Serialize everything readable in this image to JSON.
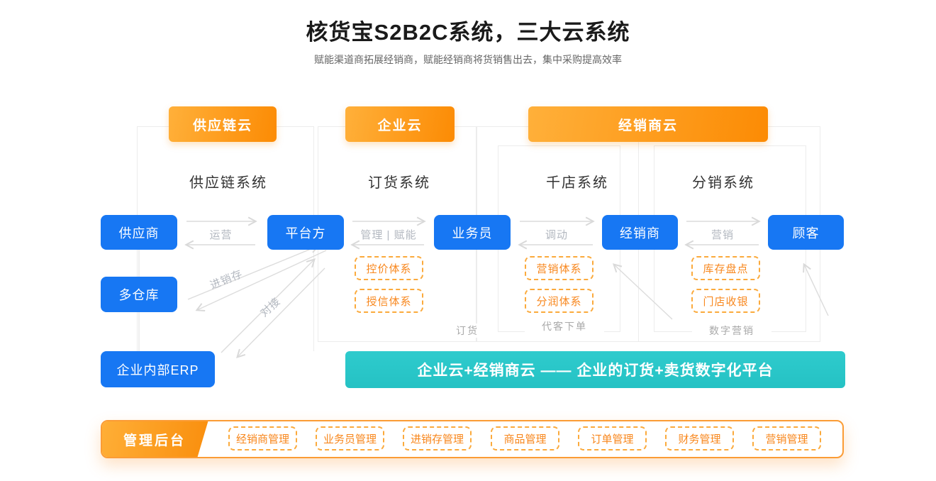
{
  "page": {
    "title": "核货宝S2B2C系统，三大云系统",
    "subtitle": "赋能渠道商拓展经销商，赋能经销商将货销售出去，集中采购提高效率"
  },
  "clouds": [
    {
      "label": "供应链云"
    },
    {
      "label": "企业云"
    },
    {
      "label": "经销商云"
    }
  ],
  "systems": [
    {
      "label": "供应链系统"
    },
    {
      "label": "订货系统"
    },
    {
      "label": "千店系统"
    },
    {
      "label": "分销系统"
    }
  ],
  "actors": [
    {
      "label": "供应商"
    },
    {
      "label": "平台方"
    },
    {
      "label": "业务员"
    },
    {
      "label": "经销商"
    },
    {
      "label": "顾客"
    },
    {
      "label": "多仓库"
    },
    {
      "label": "企业内部ERP"
    }
  ],
  "flows": [
    {
      "label": "运营"
    },
    {
      "label": "管理 | 赋能"
    },
    {
      "label": "调动"
    },
    {
      "label": "营销"
    },
    {
      "label": "进销存"
    },
    {
      "label": "对接"
    }
  ],
  "capabilities": [
    {
      "label": "控价体系"
    },
    {
      "label": "授信体系"
    },
    {
      "label": "营销体系"
    },
    {
      "label": "分润体系"
    },
    {
      "label": "库存盘点"
    },
    {
      "label": "门店收银"
    }
  ],
  "zones": [
    {
      "label": "订货"
    },
    {
      "label": "代客下单"
    },
    {
      "label": "数字营销"
    }
  ],
  "banner": {
    "text": "企业云+经销商云 —— 企业的订货+卖货数字化平台"
  },
  "admin": {
    "label": "管理后台",
    "modules": [
      {
        "label": "经销商管理"
      },
      {
        "label": "业务员管理"
      },
      {
        "label": "进销存管理"
      },
      {
        "label": "商品管理"
      },
      {
        "label": "订单管理"
      },
      {
        "label": "财务管理"
      },
      {
        "label": "营销管理"
      }
    ]
  },
  "colors": {
    "accent_blue": "#1777f3",
    "accent_orange": "#fc8b04",
    "accent_orange_light": "#ffb03a",
    "teal": "#2bc7c9",
    "dashed_border": "#fbaa3c",
    "dashed_text": "#f8871d",
    "panel_line": "#ececec",
    "label_gray": "#b3b8c0"
  }
}
